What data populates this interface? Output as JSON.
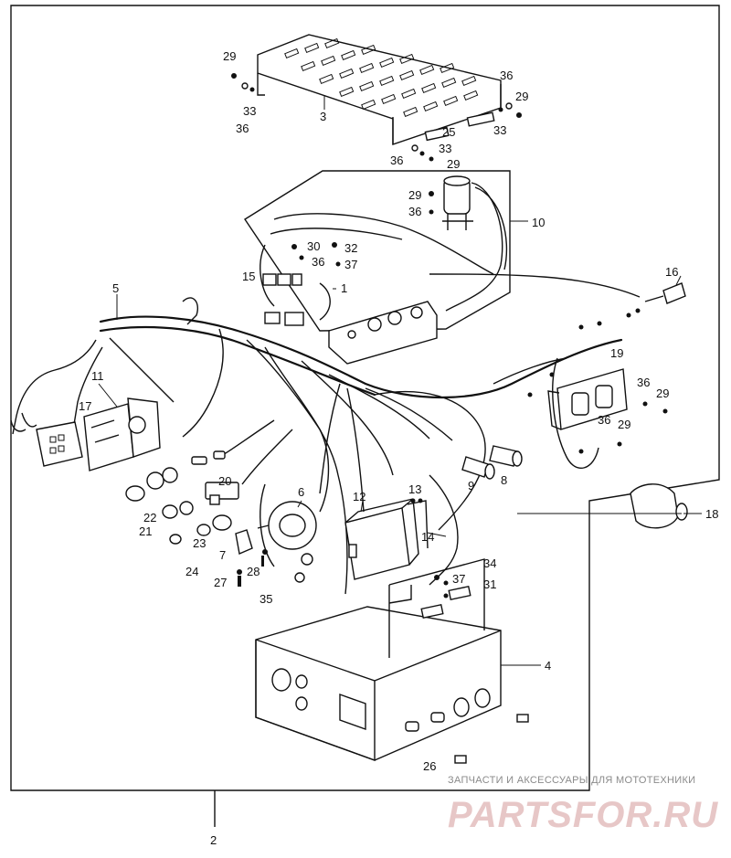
{
  "diagram": {
    "callouts": [
      "1",
      "2",
      "3",
      "4",
      "5",
      "6",
      "7",
      "8",
      "9",
      "10",
      "11",
      "12",
      "13",
      "14",
      "15",
      "16",
      "17",
      "18",
      "19",
      "20",
      "21",
      "22",
      "23",
      "24",
      "25",
      "26",
      "27",
      "28",
      "29",
      "30",
      "31",
      "32",
      "33",
      "34",
      "35",
      "36",
      "37"
    ]
  },
  "watermark": {
    "caption": "ЗАПЧАСТИ И АКСЕССУАРЫ ДЛЯ МОТОТЕХНИКИ",
    "logo": "PARTSFOR.RU"
  }
}
